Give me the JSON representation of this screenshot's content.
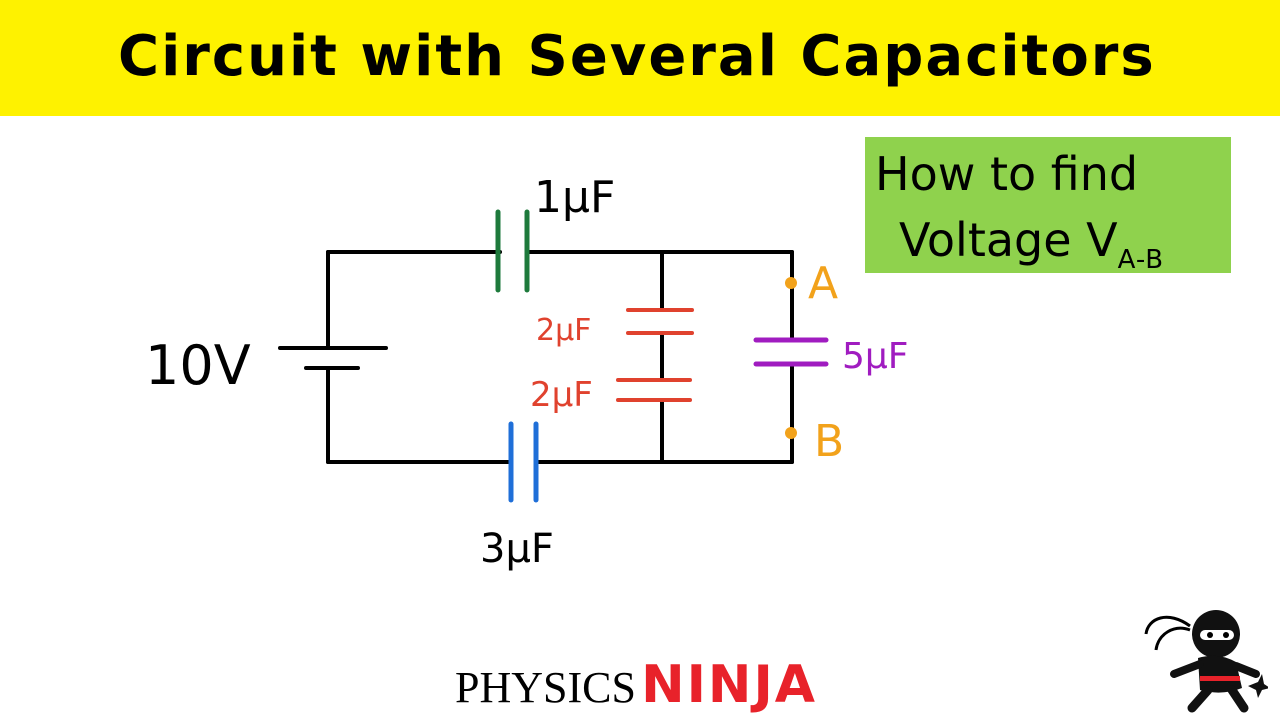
{
  "title": "Circuit with Several Capacitors",
  "question": {
    "line1": "How to find",
    "line2_main": "Voltage V",
    "line2_sub": "A-B"
  },
  "circuit": {
    "battery_label": "10V",
    "capacitors": [
      {
        "id": "c1",
        "label": "1μF",
        "color": "#1e7a3c"
      },
      {
        "id": "c2a",
        "label": "2μF",
        "color": "#e0422e"
      },
      {
        "id": "c2b",
        "label": "2μF",
        "color": "#e0422e"
      },
      {
        "id": "c3",
        "label": "3μF",
        "color": "#1f6fd8"
      },
      {
        "id": "c5",
        "label": "5μF",
        "color": "#a01cc0"
      }
    ],
    "nodes": [
      {
        "id": "A",
        "label": "A",
        "color": "#f2a21b"
      },
      {
        "id": "B",
        "label": "B",
        "color": "#f2a21b"
      }
    ]
  },
  "logo": {
    "text1": "PHYSICS",
    "text2": "NINJA",
    "accent": "#e8222a"
  },
  "colors": {
    "title_bar": "#fef200",
    "question_box": "#8fd24d"
  }
}
